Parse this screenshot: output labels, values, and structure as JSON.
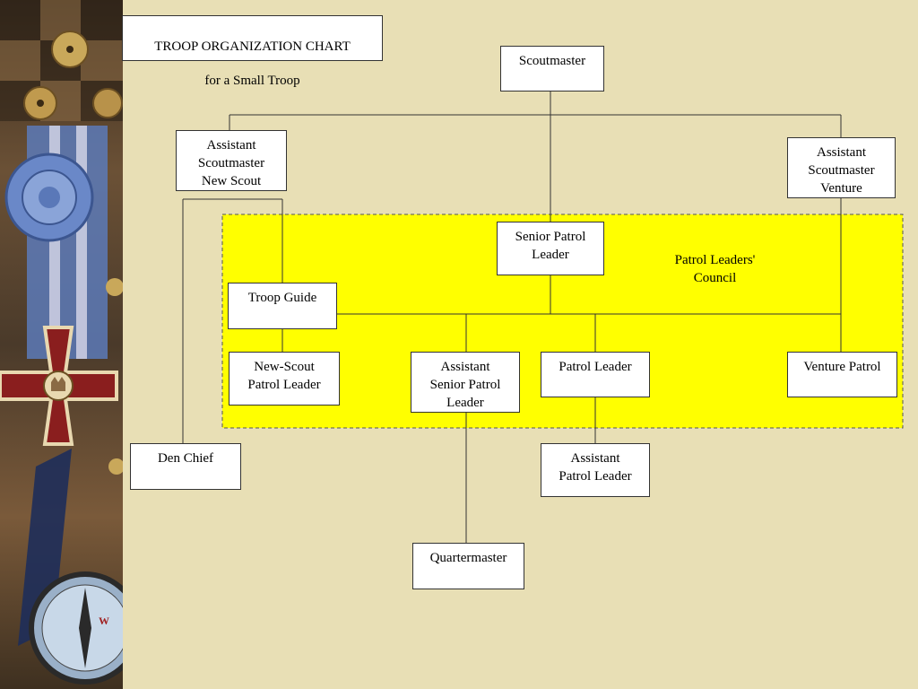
{
  "title": {
    "line1": "TROOP ORGANIZATION CHART",
    "line2": "for a Small Troop"
  },
  "council": {
    "label": "Patrol Leaders'\nCouncil"
  },
  "nodes": {
    "scoutmaster": "Scoutmaster",
    "asm_new_scout": "Assistant\nScoutmaster\nNew Scout",
    "asm_venture": "Assistant\nScoutmaster\nVenture",
    "senior_patrol_leader": "Senior Patrol\nLeader",
    "troop_guide": "Troop Guide",
    "new_scout_patrol_leader": "New-Scout\nPatrol Leader",
    "asst_senior_patrol_leader": "Assistant\nSenior Patrol\nLeader",
    "patrol_leader": "Patrol Leader",
    "venture_patrol": "Venture Patrol",
    "den_chief": "Den Chief",
    "asst_patrol_leader": "Assistant\nPatrol Leader",
    "quartermaster": "Quartermaster"
  },
  "colors": {
    "background": "#e8dfb5",
    "council_fill": "#ffff00",
    "box_fill": "#ffffff",
    "line": "#333333"
  }
}
